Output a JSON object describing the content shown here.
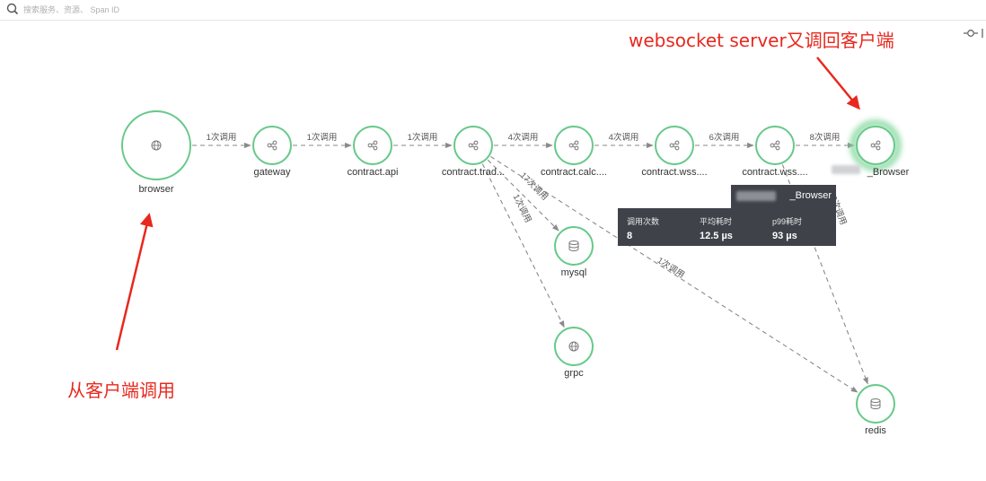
{
  "search": {
    "placeholder": "搜索服务、资源、 Span ID"
  },
  "nodes": [
    {
      "id": "browser",
      "label": "browser",
      "icon": "globe-icon"
    },
    {
      "id": "gateway",
      "label": "gateway",
      "icon": "service-icon"
    },
    {
      "id": "contract_api",
      "label": "contract.api",
      "icon": "service-icon"
    },
    {
      "id": "contract_trad",
      "label": "contract.trad...",
      "icon": "service-icon"
    },
    {
      "id": "contract_calc",
      "label": "contract.calc....",
      "icon": "service-icon"
    },
    {
      "id": "contract_wss1",
      "label": "contract.wss....",
      "icon": "service-icon"
    },
    {
      "id": "contract_wss2",
      "label": "contract.wss....",
      "icon": "service-icon"
    },
    {
      "id": "browser2",
      "label": "_Browser",
      "icon": "service-icon"
    },
    {
      "id": "mysql",
      "label": "mysql",
      "icon": "database-icon"
    },
    {
      "id": "grpc",
      "label": "grpc",
      "icon": "globe-icon"
    },
    {
      "id": "redis",
      "label": "redis",
      "icon": "database-icon"
    }
  ],
  "edges": [
    {
      "from": "browser",
      "to": "gateway",
      "label": "1次调用"
    },
    {
      "from": "gateway",
      "to": "contract_api",
      "label": "1次调用"
    },
    {
      "from": "contract_api",
      "to": "contract_trad",
      "label": "1次调用"
    },
    {
      "from": "contract_trad",
      "to": "contract_calc",
      "label": "4次调用"
    },
    {
      "from": "contract_calc",
      "to": "contract_wss1",
      "label": "4次调用"
    },
    {
      "from": "contract_wss1",
      "to": "contract_wss2",
      "label": "6次调用"
    },
    {
      "from": "contract_wss2",
      "to": "browser2",
      "label": "8次调用"
    },
    {
      "from": "contract_trad",
      "to": "mysql",
      "label": "17次调用"
    },
    {
      "from": "contract_trad",
      "to": "grpc",
      "label": "1次调用"
    },
    {
      "from": "contract_trad",
      "to": "redis",
      "label": "1次调用"
    },
    {
      "from": "contract_wss2",
      "to": "redis",
      "label": "2次调用"
    }
  ],
  "tooltip": {
    "title": "_Browser",
    "metrics": [
      {
        "label": "调用次数",
        "value": "8"
      },
      {
        "label": "平均耗时",
        "value": "12.5 µs"
      },
      {
        "label": "p99耗时",
        "value": "93 µs"
      }
    ]
  },
  "annotations": {
    "top": "websocket server又调回客户端",
    "left": "从客户端调用",
    "color": "#e8281e"
  },
  "colors": {
    "node_stroke": "#66c98a",
    "node_icon": "#777777",
    "edge": "#8a8a8a",
    "highlight_glow": "#7fd69a"
  }
}
